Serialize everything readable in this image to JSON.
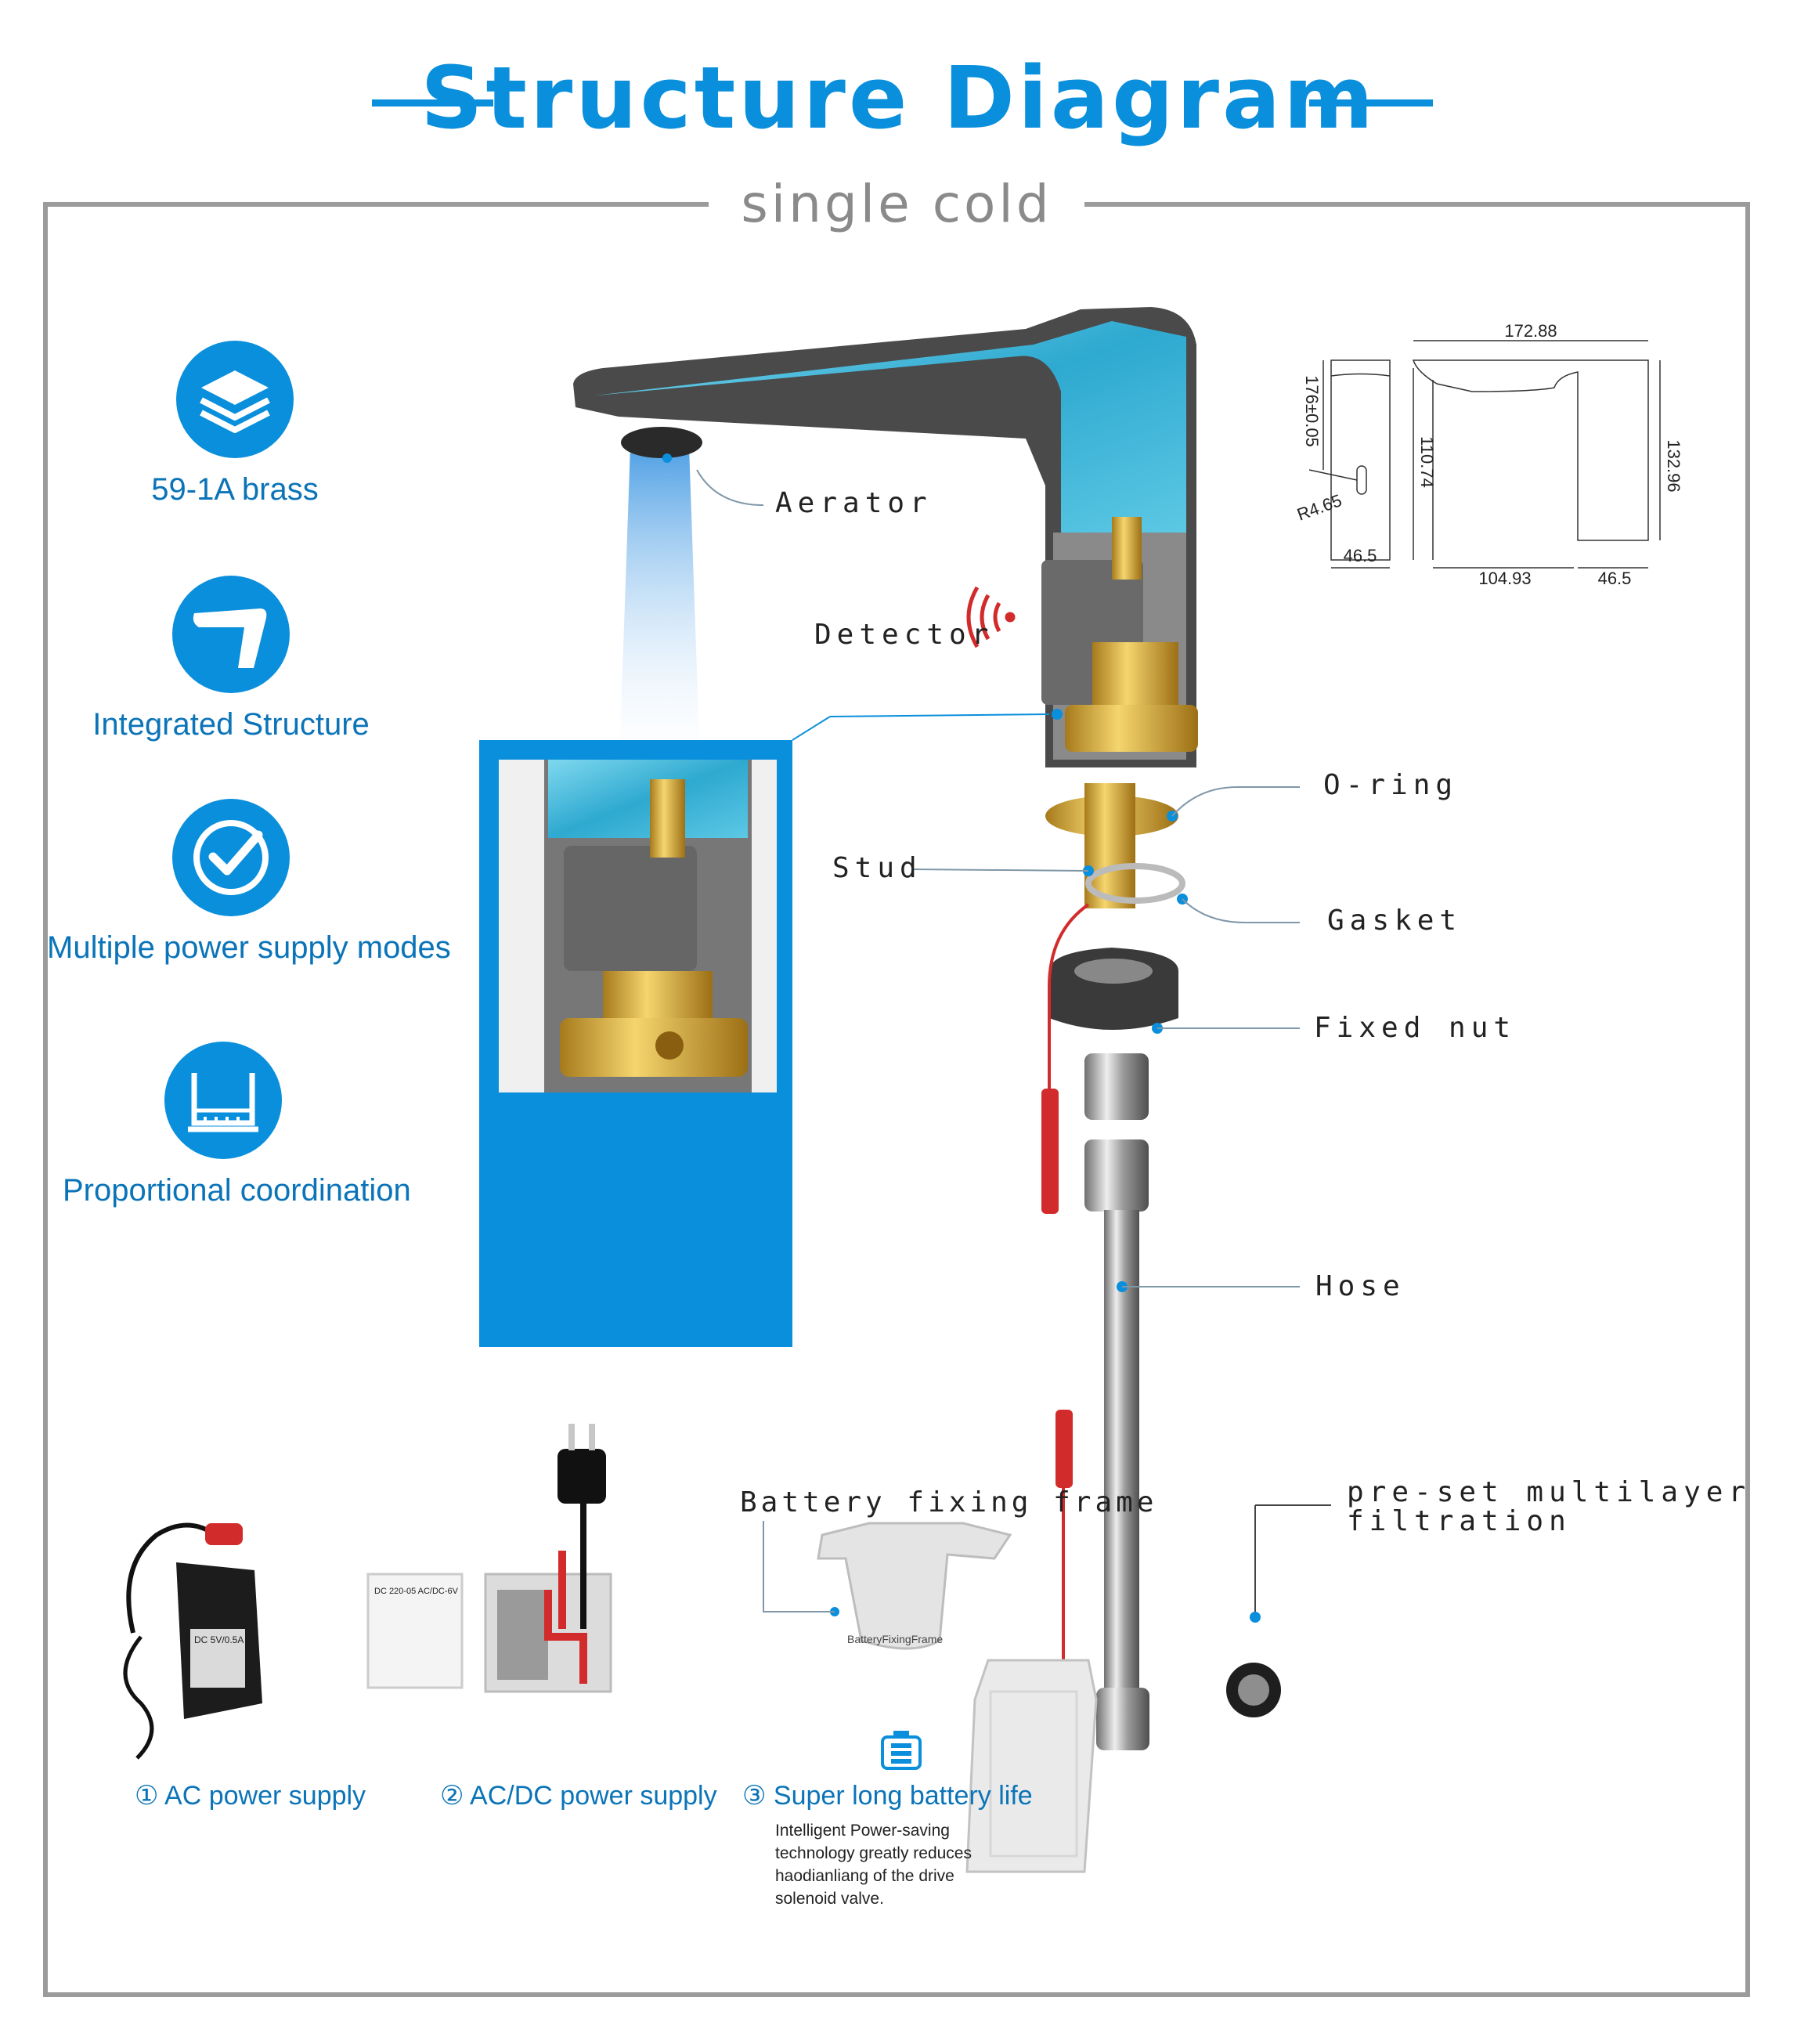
{
  "header": {
    "title": "Structure Diagram",
    "subtitle": "single cold"
  },
  "features": [
    {
      "icon": "layers-icon",
      "label": "59-1A brass"
    },
    {
      "icon": "faucet-icon",
      "label": "Integrated Structure"
    },
    {
      "icon": "check-circle-icon",
      "label": "Multiple power supply modes"
    },
    {
      "icon": "ruler-icon",
      "label": "Proportional coordination"
    }
  ],
  "callouts": {
    "aerator": "Aerator",
    "detector": "Detector",
    "o_ring": "O-ring",
    "stud": "Stud",
    "gasket": "Gasket",
    "fixed_nut": "Fixed nut",
    "hose": "Hose",
    "battery_frame": "Battery fixing frame",
    "filtration_line1": "pre-set multilayer",
    "filtration_line2": "filtration"
  },
  "dimensions": {
    "width_top": "172.88",
    "height_left": "176±0.05",
    "height_mid": "110.74",
    "height_right": "132.96",
    "radius": "R4.65",
    "base_side": "46.5",
    "reach": "104.93",
    "base_front": "46.5"
  },
  "power_supplies": [
    {
      "label": "① AC power supply"
    },
    {
      "label": "② AC/DC power supply"
    },
    {
      "label": "③ Super long battery life"
    }
  ],
  "battery_description": "Intelligent Power-saving technology greatly reduces haodianliang of the drive solenoid valve.",
  "product_text": {
    "frame_engraving": "BatteryFixingFrame",
    "adapter_label": "DC 5V/0.5A",
    "transformer_label": "DC 220-05  AC/DC-6V"
  },
  "colors": {
    "accent": "#0a8fdc",
    "label_blue": "#0b74b8",
    "frame_gray": "#9b9b9b",
    "water": "#35b6d8",
    "brass": "#d9a93a",
    "wire_red": "#d22b2b"
  }
}
